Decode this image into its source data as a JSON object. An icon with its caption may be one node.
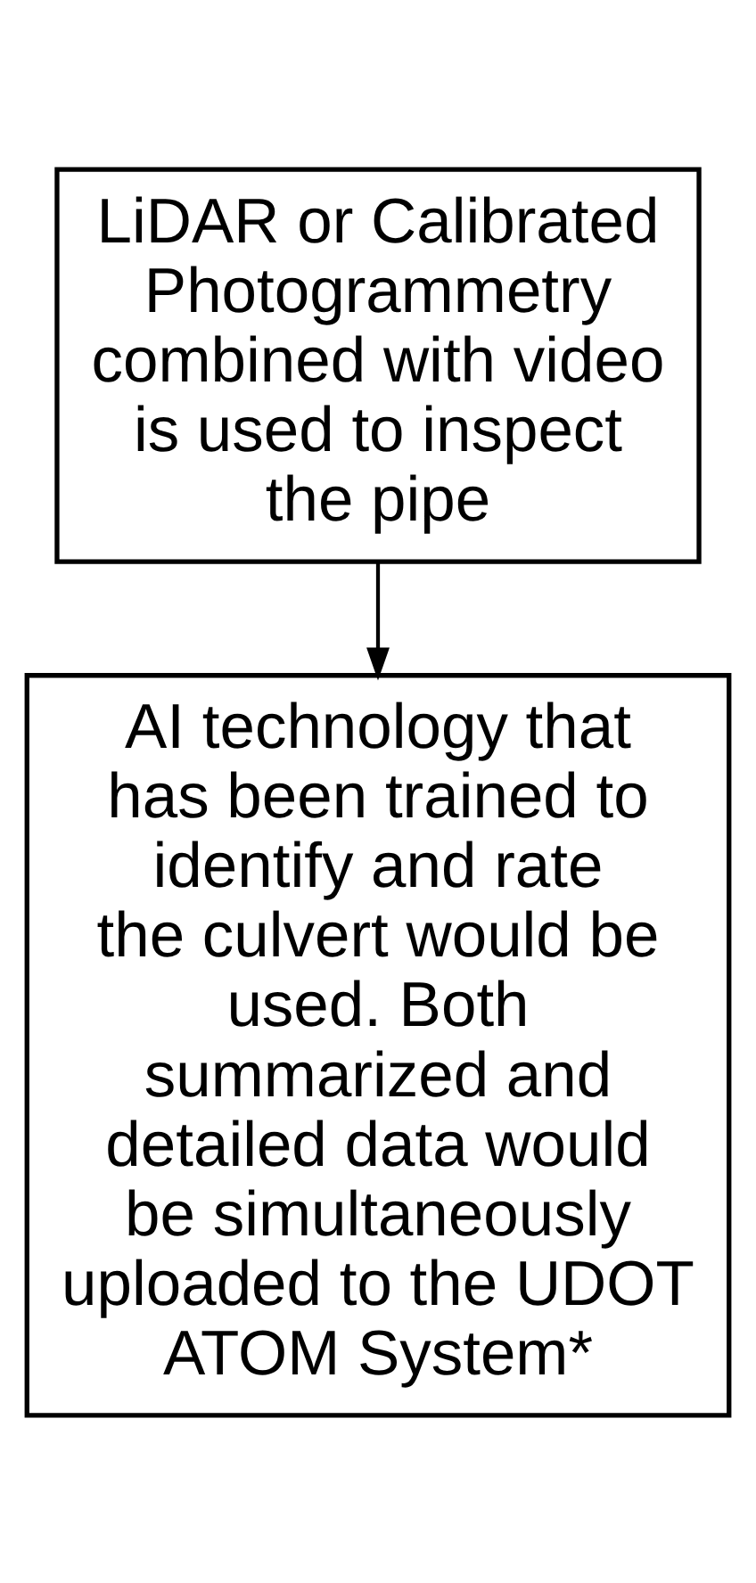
{
  "diagram": {
    "nodes": [
      {
        "text": [
          "LiDAR or Calibrated Photogrammetry combined with video is used to inspect the pipe"
        ]
      },
      {
        "text": [
          "AI technology that has been trained to identify and rate the culvert would be used. Both summarized and detailed data would be simultaneously uploaded to the UDOT ATOM System*"
        ]
      }
    ],
    "edges": [
      {
        "from": 0,
        "to": 1,
        "arrow": "to"
      }
    ]
  }
}
